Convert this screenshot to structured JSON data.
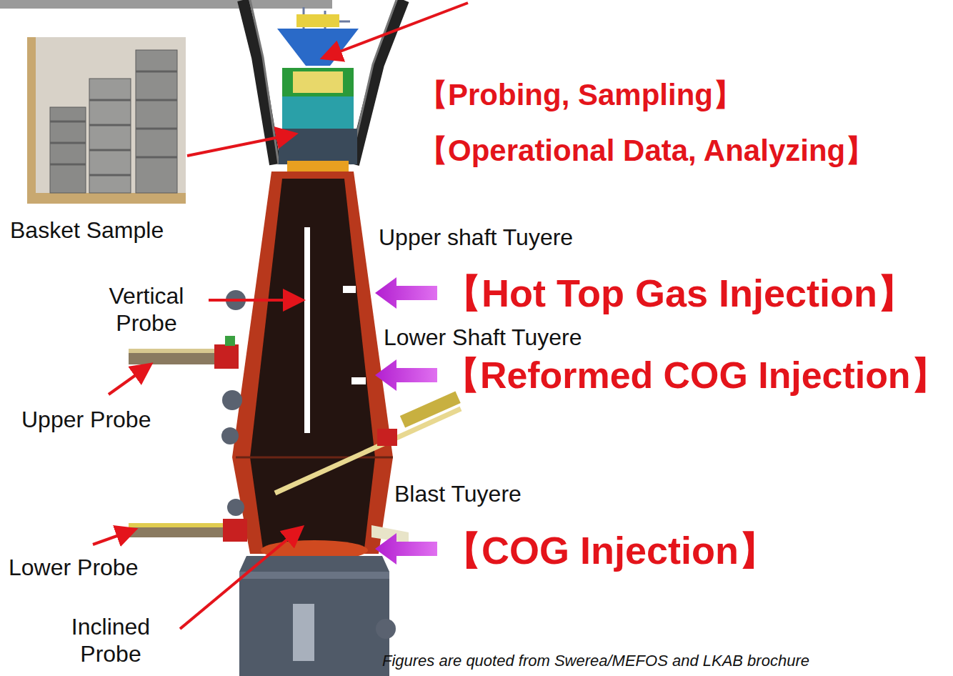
{
  "diagram": {
    "caption": "Figures are quoted from Swerea/MEFOS and LKAB brochure",
    "labels": [
      "Basket Sample",
      "Vertical Probe",
      "Upper Probe",
      "Lower Probe",
      "Inclined Probe",
      "【Probing, Sampling】",
      "【Operational Data, Analyzing】",
      "Upper shaft Tuyere",
      "【Hot Top Gas Injection】",
      "Lower Shaft Tuyere",
      "【Reformed COG Injection】",
      "Blast Tuyere",
      "【COG Injection】"
    ]
  }
}
